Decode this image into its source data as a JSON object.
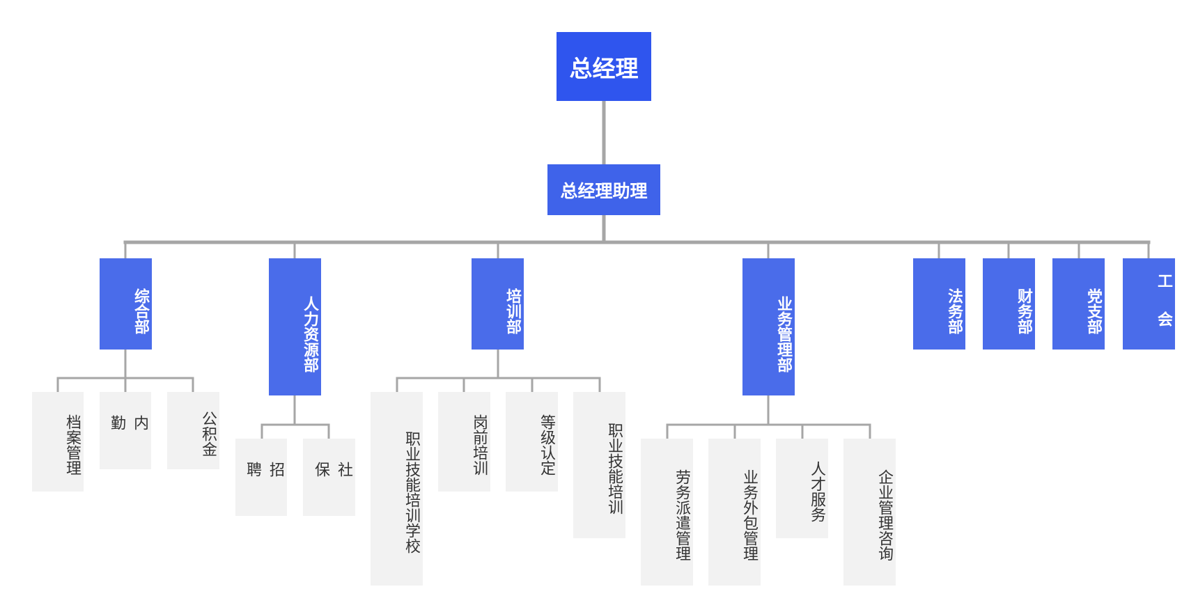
{
  "root": "总经理",
  "assistant": "总经理助理",
  "departments": [
    {
      "name": "综合部",
      "subs": [
        "档案管理",
        "内勤",
        "公积金"
      ]
    },
    {
      "name": "人力资源部",
      "subs": [
        "招聘",
        "社保"
      ]
    },
    {
      "name": "培训部",
      "subs": [
        "职业技能培训学校",
        "岗前培训",
        "等级认定",
        "职业技能培训"
      ]
    },
    {
      "name": "业务管理部",
      "subs": [
        "劳务派遣管理",
        "业务外包管理",
        "人才服务",
        "企业管理咨询"
      ]
    },
    {
      "name": "法务部",
      "subs": []
    },
    {
      "name": "财务部",
      "subs": []
    },
    {
      "name": "党支部",
      "subs": []
    },
    {
      "name": "工会",
      "subs": []
    }
  ],
  "colors": {
    "root": "#2f55ee",
    "department": "#4a6cea",
    "sub_department": "#f2f2f2",
    "connector": "#a6a6a6",
    "sub_text": "#333333"
  }
}
